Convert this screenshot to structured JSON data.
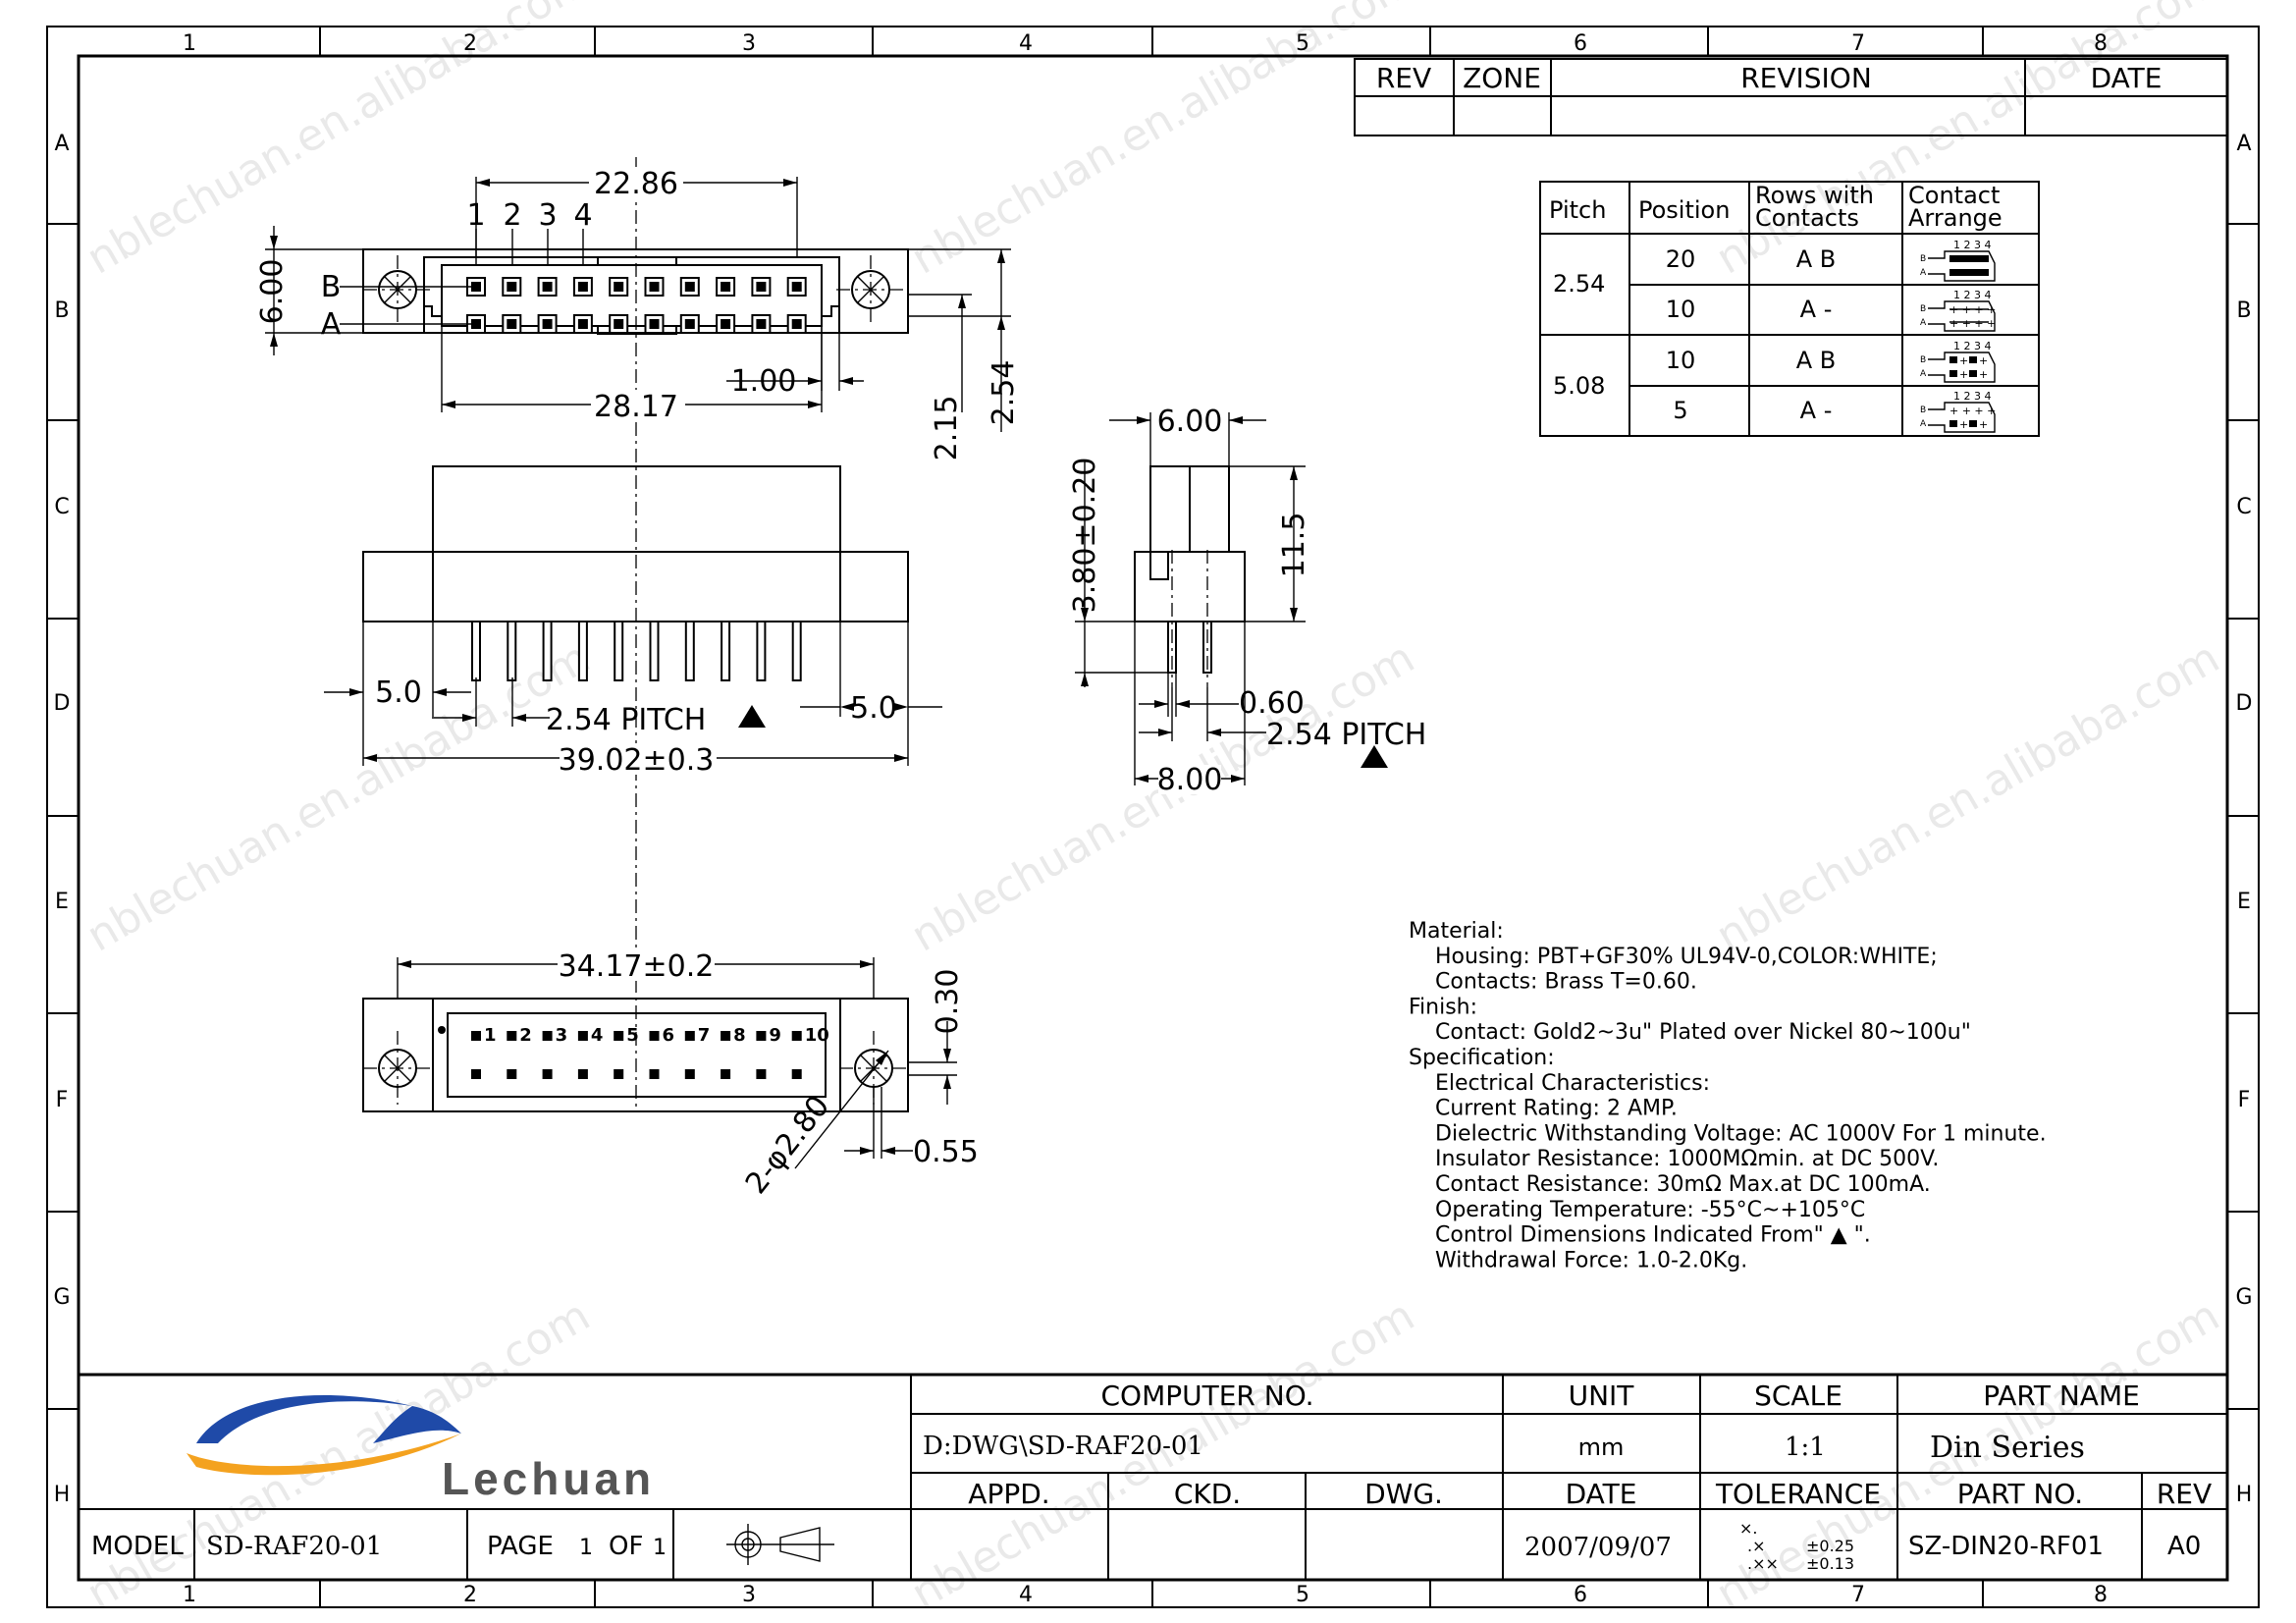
{
  "watermark": "nblechuan.en.alibaba.com",
  "border": {
    "columns": [
      "1",
      "2",
      "3",
      "4",
      "5",
      "6",
      "7",
      "8"
    ],
    "rows": [
      "A",
      "B",
      "C",
      "D",
      "E",
      "F",
      "G",
      "H"
    ]
  },
  "revision_block": {
    "headers": {
      "rev": "REV",
      "zone": "ZONE",
      "revision": "REVISION",
      "date": "DATE"
    }
  },
  "pitch_table": {
    "headers": [
      "Pitch",
      "Position",
      "Rows with Contacts",
      "Contact Arrange"
    ],
    "header_lines": {
      "rows_1": "Rows with",
      "rows_2": "Contacts",
      "arr_1": "Contact",
      "arr_2": "Arrange"
    },
    "rows": [
      {
        "pitch": "2.54",
        "position": "20",
        "rows": "A B"
      },
      {
        "pitch": "",
        "position": "10",
        "rows": "A -"
      },
      {
        "pitch": "5.08",
        "position": "10",
        "rows": "A B"
      },
      {
        "pitch": "",
        "position": "5",
        "rows": "A -"
      }
    ],
    "mini_header": "1 2 3 4",
    "mini_b": "B",
    "mini_a": "A"
  },
  "dimensions": {
    "d_22_86": "22.86",
    "d_6_00": "6.00",
    "d_28_17": "28.17",
    "d_1_00": "1.00",
    "d_2_15": "2.15",
    "d_2_54": "2.54",
    "d_5_0_left": "5.0",
    "d_5_0_right": "5.0",
    "d_pitch_front": "2.54 PITCH",
    "d_39_02": "39.02±0.3",
    "d_side_6_00": "6.00",
    "d_3_80": "3.80±0.20",
    "d_11_5": "11.5",
    "d_0_60": "0.60",
    "d_pitch_side": "2.54 PITCH",
    "d_8_00": "8.00",
    "d_34_17": "34.17±0.2",
    "d_0_30": "0.30",
    "d_0_55": "0.55",
    "d_hole": "2-φ2.80",
    "row_b": "B",
    "row_a": "A",
    "pin_1": "1",
    "pin_2": "2",
    "pin_3": "3",
    "pin_4": "4",
    "bottom_pins": [
      "1",
      "2",
      "3",
      "4",
      "5",
      "6",
      "7",
      "8",
      "9",
      "10"
    ]
  },
  "notes": [
    {
      "text": "Material:",
      "indent": 0
    },
    {
      "text": "Housing: PBT+GF30% UL94V-0,COLOR:WHITE;",
      "indent": 1
    },
    {
      "text": "Contacts:  Brass T=0.60.",
      "indent": 1
    },
    {
      "text": "Finish:",
      "indent": 0
    },
    {
      "text": "Contact: Gold2~3u\" Plated over Nickel 80~100u\"",
      "indent": 1
    },
    {
      "text": "Specification:",
      "indent": 0
    },
    {
      "text": "Electrical Characteristics:",
      "indent": 1
    },
    {
      "text": "Current Rating: 2 AMP.",
      "indent": 1
    },
    {
      "text": "Dielectric Withstanding Voltage: AC 1000V For 1 minute.",
      "indent": 1
    },
    {
      "text": "Insulator Resistance: 1000MΩmin. at DC 500V.",
      "indent": 1
    },
    {
      "text": "Contact Resistance: 30mΩ Max.at DC 100mA.",
      "indent": 1
    },
    {
      "text": "Operating Temperature: -55°C~+105°C",
      "indent": 1
    },
    {
      "text": "Control Dimensions Indicated From\" ▲ \".",
      "indent": 1
    },
    {
      "text": "Withdrawal Force: 1.0-2.0Kg.",
      "indent": 1
    }
  ],
  "title_block": {
    "company": "Lechuan",
    "computer_no_label": "COMPUTER NO.",
    "computer_no_value": "D:DWG\\SD-RAF20-01",
    "unit_label": "UNIT",
    "unit_value": "mm",
    "scale_label": "SCALE",
    "scale_value": "1:1",
    "part_name_label": "PART  NAME",
    "part_name_value": "Din Series",
    "appd_label": "APPD.",
    "ckd_label": "CKD.",
    "dwg_label": "DWG.",
    "date_label": "DATE",
    "date_value": "2007/09/07",
    "tolerance_label": "TOLERANCE",
    "tolerance_x": "×.",
    "tolerance_x1": ".×",
    "tolerance_xx": ".××",
    "tolerance_v1": "±0.25",
    "tolerance_v2": "±0.13",
    "part_no_label": "PART NO.",
    "part_no_value": "SZ-DIN20-RF01",
    "rev_label": "REV",
    "rev_value": "A0",
    "model_label": "MODEL",
    "model_value": "SD-RAF20-01",
    "page_label": "PAGE",
    "page_value": "1",
    "of_label": "OF",
    "of_value": "1"
  },
  "colors": {
    "ink": "#000000",
    "paper": "#ffffff",
    "logo_orange": "#f4a21f",
    "logo_blue": "#1f4aa8",
    "logo_grey": "#555555"
  }
}
